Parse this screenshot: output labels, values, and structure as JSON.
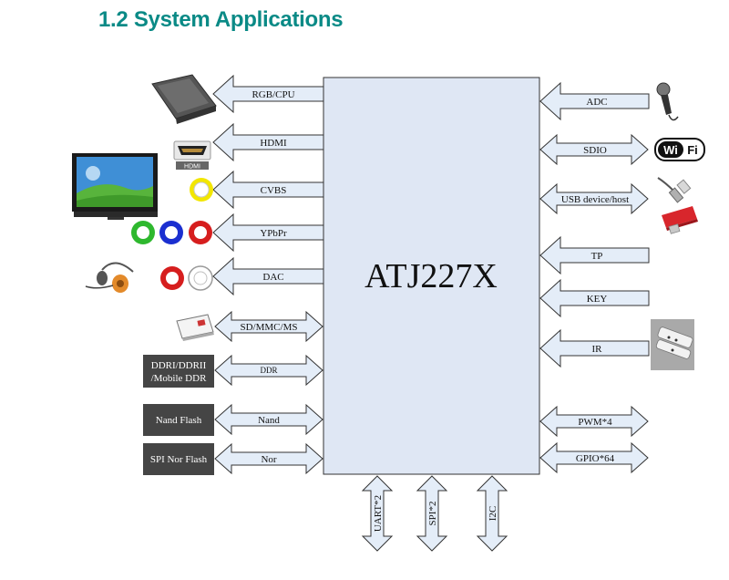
{
  "heading": "1.2 System Applications",
  "chip_name": "ATJ227X",
  "colors": {
    "heading": "#0a8a86",
    "chip_fill": "#dfe7f4",
    "arrow_fill": "#e4edf8",
    "arrow_stroke": "#333333",
    "memory_box": "#454545"
  },
  "left_interfaces": [
    {
      "label": "RGB/CPU",
      "direction": "out",
      "device": "lcd-panel-icon"
    },
    {
      "label": "HDMI",
      "direction": "out",
      "device": "hdmi-port-icon",
      "device_caption": "HDMI"
    },
    {
      "label": "CVBS",
      "direction": "out",
      "device": "tv-icon"
    },
    {
      "label": "YPbPr",
      "direction": "out",
      "device": "component-rca-icon"
    },
    {
      "label": "DAC",
      "direction": "out",
      "device": "headset-icon"
    },
    {
      "label": "SD/MMC/MS",
      "direction": "both",
      "device": "sd-card-icon"
    },
    {
      "label": "DDR",
      "direction": "both",
      "device_box": "DDRI/DDRII\n/Mobile DDR"
    },
    {
      "label": "Nand",
      "direction": "both",
      "device_box": "Nand Flash"
    },
    {
      "label": "Nor",
      "direction": "both",
      "device_box": "SPI Nor Flash"
    }
  ],
  "right_interfaces": [
    {
      "label": "ADC",
      "direction": "in",
      "device": "microphone-icon"
    },
    {
      "label": "SDIO",
      "direction": "both",
      "device": "wifi-logo-icon",
      "device_text": "WiFi"
    },
    {
      "label": "USB device/host",
      "direction": "both",
      "device": "usb-cable-icon"
    },
    {
      "label": "TP",
      "direction": "in"
    },
    {
      "label": "KEY",
      "direction": "in"
    },
    {
      "label": "IR",
      "direction": "in",
      "device": "remote-control-icon"
    },
    {
      "label": "PWM*4",
      "direction": "both"
    },
    {
      "label": "GPIO*64",
      "direction": "both"
    }
  ],
  "bottom_interfaces": [
    {
      "label": "UART*2"
    },
    {
      "label": "SPI*2"
    },
    {
      "label": "I2C"
    }
  ]
}
